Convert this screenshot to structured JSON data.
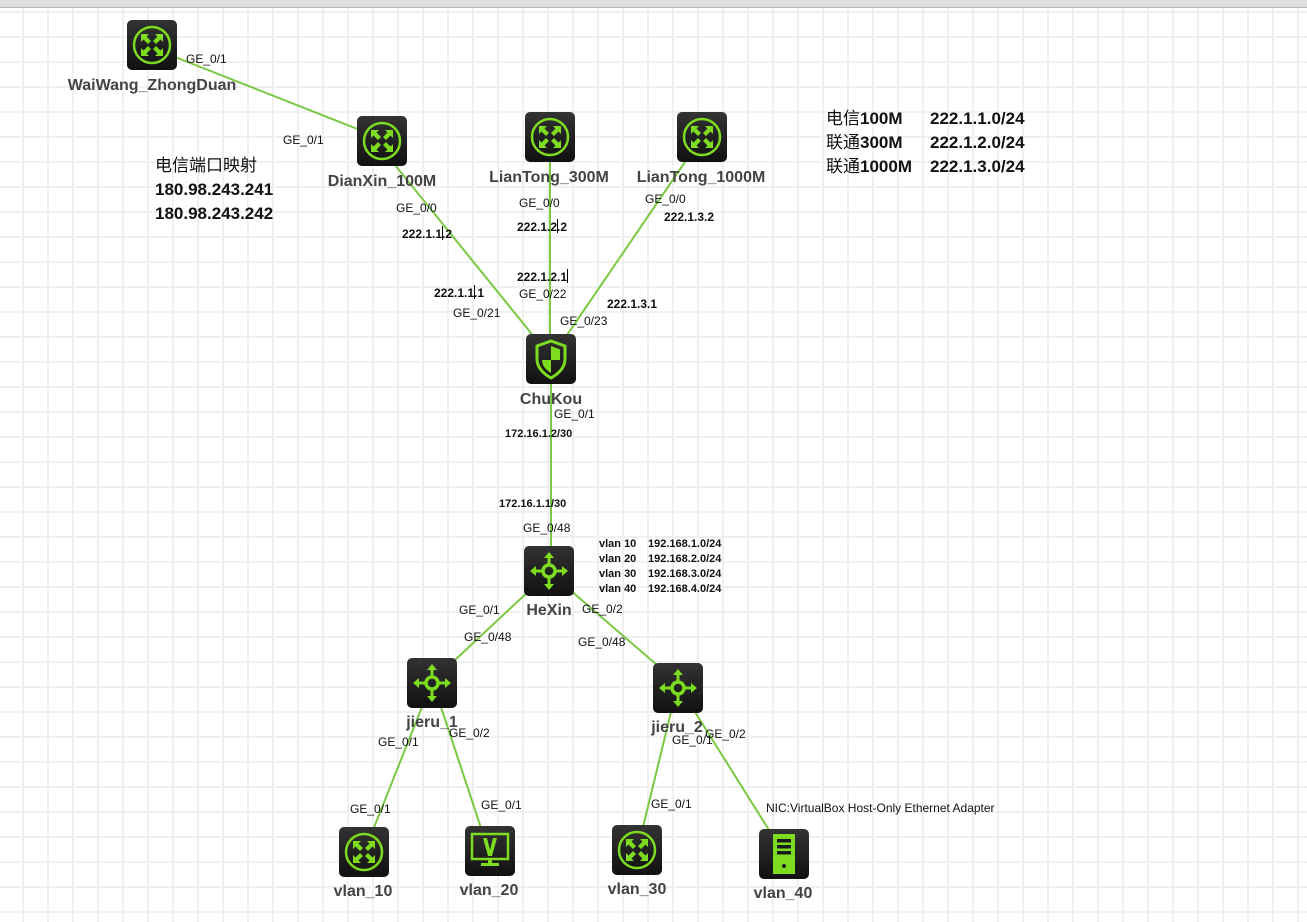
{
  "colors": {
    "link": "#7ac943",
    "icon": "#7ddc1f",
    "node_bg": "#222222",
    "label": "#444444"
  },
  "nodes": {
    "waiwang": {
      "name": "WaiWang_ZhongDuan",
      "icon": "router-icon"
    },
    "dianxin": {
      "name": "DianXin_100M",
      "icon": "router-icon"
    },
    "liantong300": {
      "name": "LianTong_300M",
      "icon": "router-icon"
    },
    "liantong1000": {
      "name": "LianTong_1000M",
      "icon": "router-icon"
    },
    "chukou": {
      "name": "ChuKou",
      "icon": "firewall-shield-icon"
    },
    "hexin": {
      "name": "HeXin",
      "icon": "l3-switch-icon"
    },
    "jieru1": {
      "name": "jieru_1",
      "icon": "l3-switch-icon"
    },
    "jieru2": {
      "name": "jieru_2",
      "icon": "l3-switch-icon"
    },
    "vlan10": {
      "name": "vlan_10",
      "icon": "router-icon"
    },
    "vlan20": {
      "name": "vlan_20",
      "icon": "vpcs-monitor-icon"
    },
    "vlan30": {
      "name": "vlan_30",
      "icon": "router-icon"
    },
    "vlan40": {
      "name": "vlan_40",
      "icon": "host-server-icon"
    }
  },
  "ports": {
    "waiwang_ge01": "GE_0/1",
    "dianxin_ge01": "GE_0/1",
    "dianxin_ge00": "GE_0/0",
    "lt300_ge00": "GE_0/0",
    "lt1000_ge00": "GE_0/0",
    "chukou_ge021": "GE_0/21",
    "chukou_ge022": "GE_0/22",
    "chukou_ge023": "GE_0/23",
    "chukou_ge01": "GE_0/1",
    "hexin_ge048": "GE_0/48",
    "hexin_ge01": "GE_0/1",
    "hexin_ge02": "GE_0/2",
    "jieru1_ge048": "GE_0/48",
    "jieru2_ge048": "GE_0/48",
    "jieru1_ge01": "GE_0/1",
    "jieru1_ge02": "GE_0/2",
    "jieru2_ge01": "GE_0/1",
    "jieru2_ge02": "GE_0/2",
    "vlan10_ge01": "GE_0/1",
    "vlan20_ge01": "GE_0/1",
    "vlan30_ge01": "GE_0/1",
    "vlan40_nic": "NIC:VirtualBox Host-Only Ethernet Adapter"
  },
  "ips": {
    "dianxin_a": "222.1.1",
    "dianxin_b": ".2",
    "lt300_a": "222.1.2",
    "lt300_b": ".2",
    "lt1000": "222.1.3.2",
    "chukou_dx_a": "222.1.1",
    "chukou_dx_b": ".1",
    "chukou_lt300": "222.1.2.1",
    "chukou_lt1000": "222.1.3.1",
    "chukou_down": "172.16.1.2/30",
    "hexin_up": "172.16.1.1/30"
  },
  "notes": {
    "port_map": {
      "title": "电信端口映射",
      "lines": [
        "180.98.243.241",
        "180.98.243.242"
      ]
    },
    "isp": [
      {
        "cn": "电信",
        "bw": "100M",
        "net": "222.1.1.0/24"
      },
      {
        "cn": "联通",
        "bw": "300M",
        "net": "222.1.2.0/24"
      },
      {
        "cn": "联通",
        "bw": "1000M",
        "net": "222.1.3.0/24"
      }
    ],
    "vlans": [
      {
        "vlan": "vlan 10",
        "net": "192.168.1.0/24"
      },
      {
        "vlan": "vlan 20",
        "net": "192.168.2.0/24"
      },
      {
        "vlan": "vlan 30",
        "net": "192.168.3.0/24"
      },
      {
        "vlan": "vlan 40",
        "net": "192.168.4.0/24"
      }
    ]
  }
}
